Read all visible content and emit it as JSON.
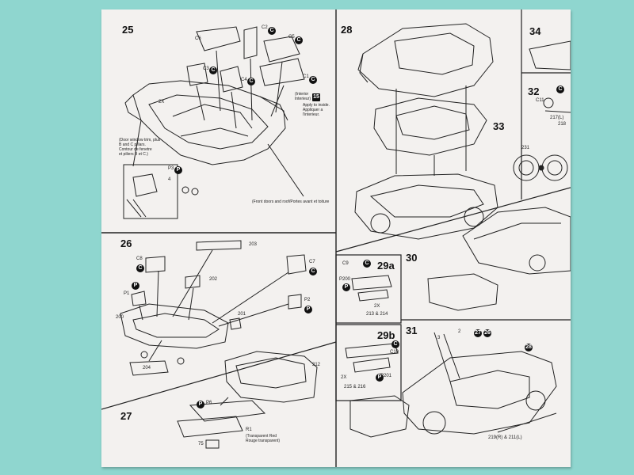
{
  "steps": {
    "s25": "25",
    "s26": "26",
    "s27": "27",
    "s28": "28",
    "s29a": "29a",
    "s29b": "29b",
    "s30": "30",
    "s31": "31",
    "s32": "32",
    "s33": "33",
    "s34": "34"
  },
  "step25": {
    "parts": [
      "C6",
      "C2",
      "C5",
      "C3",
      "C4",
      "C1",
      "2X"
    ],
    "note_interior": "(Interior\nInterieur)",
    "note_inside": "Apply to inside.\nAppliquer a\nl'interieur.",
    "note_trim": "(Door window trim, plus\nB and C pillars.\nContour de fenetre\net piliers B et C.)",
    "note_doors": "(Front doors and roof/Portes avant et toiture",
    "badge_15": "15",
    "inset_parts": [
      "P3",
      "4"
    ]
  },
  "step26": {
    "parts": [
      "C8",
      "203",
      "C7",
      "P1",
      "202",
      "P2",
      "200",
      "201",
      "204"
    ]
  },
  "step27": {
    "parts": [
      "212",
      "P6",
      "R1",
      "75"
    ],
    "note": "(Transparent Red\nRouge transparent)"
  },
  "step29a": {
    "parts": [
      "C9",
      "P200",
      "2X",
      "213 & 214"
    ]
  },
  "step29b": {
    "parts": [
      "C10",
      "P201",
      "2X",
      "215 & 216"
    ]
  },
  "step31": {
    "parts": [
      "3",
      "2",
      "219(R) & 211(L)"
    ],
    "badges": [
      "27",
      "26",
      "28"
    ]
  },
  "step32": {
    "parts": [
      "C11",
      "217(L)",
      "218"
    ]
  },
  "step33": {
    "parts": [
      "231"
    ]
  },
  "badge_letter": "C",
  "badge_p": "P"
}
